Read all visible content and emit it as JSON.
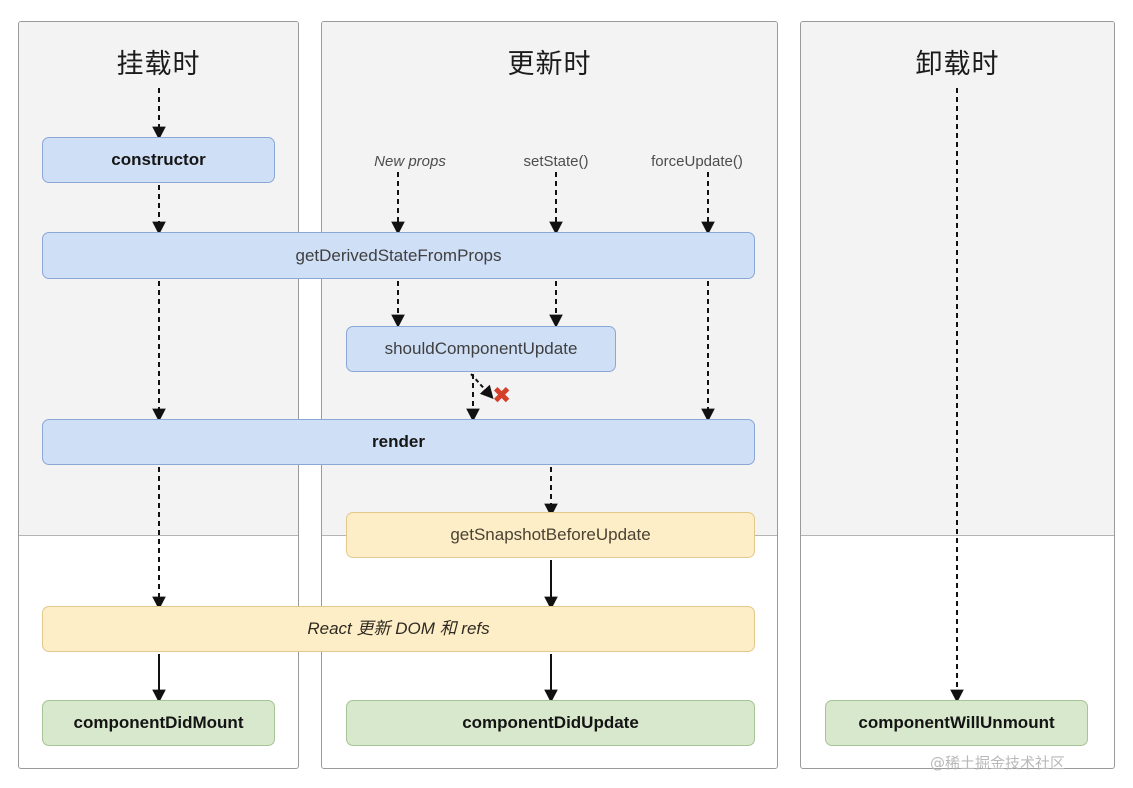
{
  "diagram": {
    "title_mount": "挂载时",
    "title_update": "更新时",
    "title_unmount": "卸载时",
    "watermark": "@稀土掘金技术社区",
    "colors": {
      "render_phase_background": "#f3f3f3",
      "commit_phase_background": "#ffffff",
      "panel_border": "#9a9a9a",
      "blue_fill": "#cfdff6",
      "blue_border": "#8ba7d6",
      "yellow_fill": "#fdeec7",
      "yellow_border": "#e2c88a",
      "green_fill": "#d8e8cd",
      "green_border": "#a6c495",
      "arrow": "#111111",
      "cancel_mark": "#d4402a",
      "watermark": "#b9b9b9"
    }
  },
  "triggers": [
    {
      "label": "New props",
      "style": "italic"
    },
    {
      "label": "setState()",
      "style": "normal"
    },
    {
      "label": "forceUpdate()",
      "style": "normal"
    }
  ],
  "nodes": {
    "constructor": "constructor",
    "get_derived_state_from_props": "getDerivedStateFromProps",
    "should_component_update": "shouldComponentUpdate",
    "render": "render",
    "get_snapshot_before_update": "getSnapshotBeforeUpdate",
    "react_updates_dom_and_refs": "React 更新 DOM 和 refs",
    "component_did_mount": "componentDidMount",
    "component_did_update": "componentDidUpdate",
    "component_will_unmount": "componentWillUnmount"
  },
  "annotations": {
    "skip_render": "✖"
  }
}
